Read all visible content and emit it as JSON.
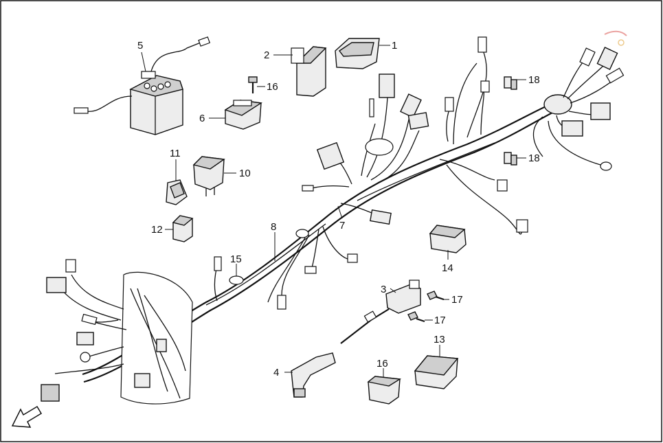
{
  "diagram": {
    "callouts": {
      "c1": "1",
      "c2": "2",
      "c3": "3",
      "c4": "4",
      "c5": "5",
      "c6": "6",
      "c7": "7",
      "c8": "8",
      "c10": "10",
      "c11": "11",
      "c12": "12",
      "c13": "13",
      "c14": "14",
      "c15": "15",
      "c16a": "16",
      "c16b": "16",
      "c17a": "17",
      "c17b": "17",
      "c18a": "18",
      "c18b": "18"
    }
  },
  "colors": {
    "line": "#111111",
    "fill": "#ededed",
    "background": "#ffffff",
    "watermark": "#d9534f"
  }
}
